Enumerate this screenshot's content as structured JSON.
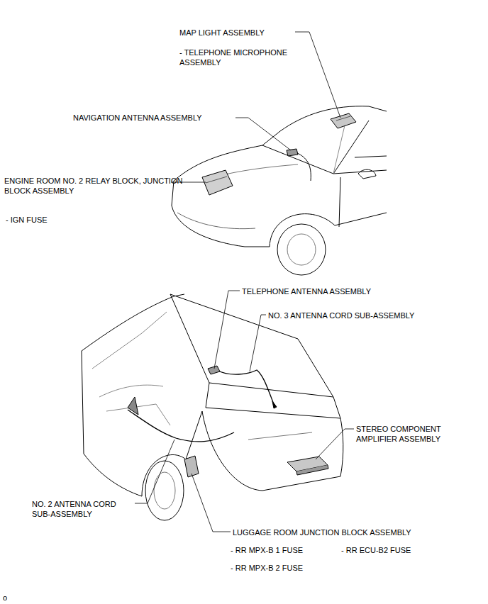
{
  "diagram": {
    "labels": [
      "MAP LIGHT ASSEMBLY",
      "- TELEPHONE MICROPHONE ASSEMBLY",
      "NAVIGATION ANTENNA ASSEMBLY",
      "ENGINE ROOM NO. 2 RELAY BLOCK, JUNCTION BLOCK ASSEMBLY",
      "- IGN FUSE",
      "TELEPHONE ANTENNA ASSEMBLY",
      "NO. 3 ANTENNA CORD SUB-ASSEMBLY",
      "STEREO COMPONENT AMPLIFIER ASSEMBLY",
      "NO. 2 ANTENNA CORD SUB-ASSEMBLY",
      "LUGGAGE ROOM JUNCTION BLOCK ASSEMBLY",
      "- RR MPX-B 1 FUSE",
      "- RR ECU-B2 FUSE",
      "- RR MPX-B 2 FUSE",
      "o"
    ]
  }
}
